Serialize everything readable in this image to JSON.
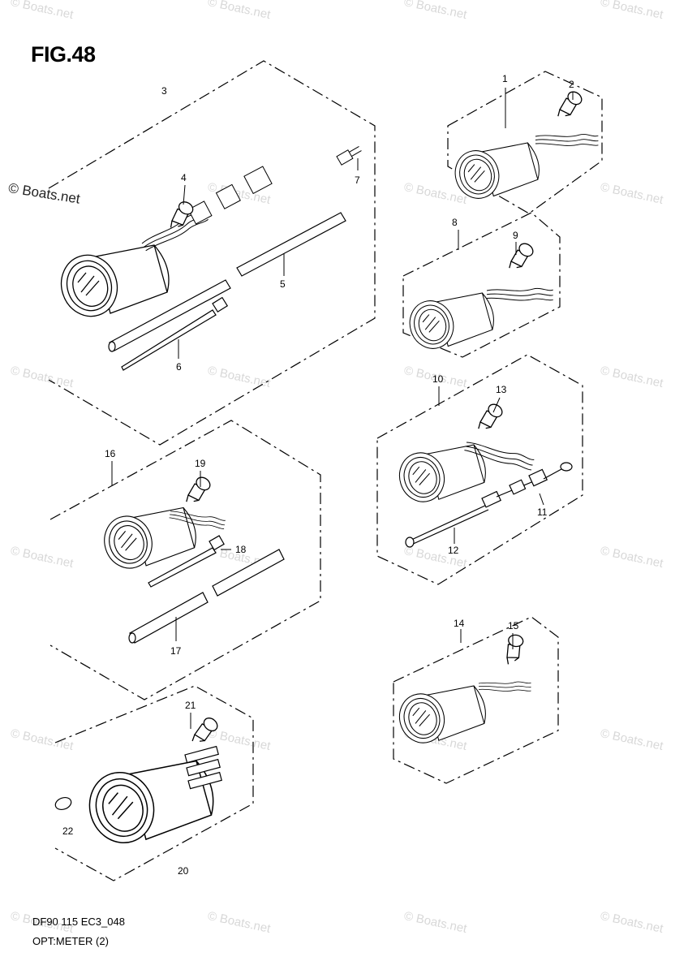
{
  "figure": {
    "title": "FIG.48",
    "watermark_main": "© Boats.net",
    "watermark_faint": "© Boats.net",
    "footer_code": "DF90 115 EC3_048",
    "footer_desc": "OPT:METER (2)"
  },
  "callouts": {
    "c1": "1",
    "c2": "2",
    "c3": "3",
    "c4": "4",
    "c5": "5",
    "c6": "6",
    "c7": "7",
    "c8": "8",
    "c9": "9",
    "c10": "10",
    "c11": "11",
    "c12": "12",
    "c13": "13",
    "c14": "14",
    "c15": "15",
    "c16": "16",
    "c17": "17",
    "c18": "18",
    "c19": "19",
    "c20": "20",
    "c21": "21",
    "c22": "22"
  }
}
